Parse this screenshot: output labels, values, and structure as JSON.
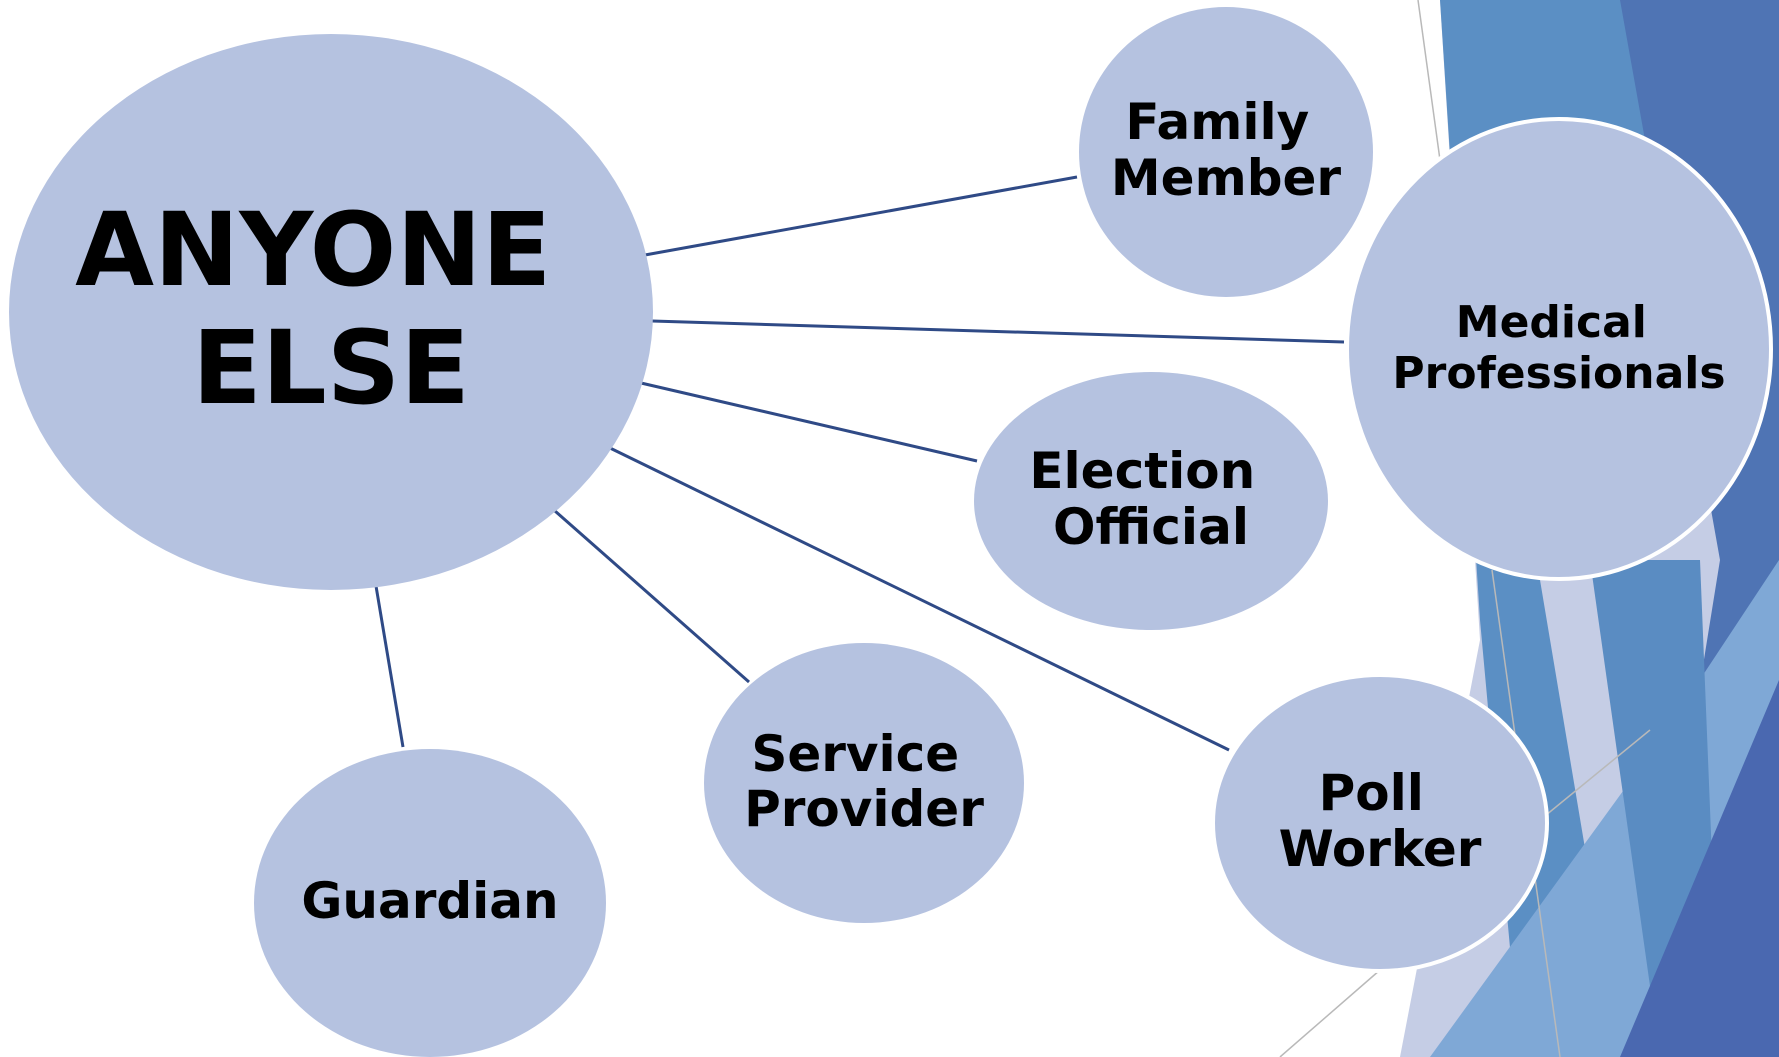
{
  "colors": {
    "background": "#ffffff",
    "node_fill": "#b5c2e0",
    "connector": "#2f4a86",
    "deco_blue_dark": "#4f74b4",
    "deco_blue_mid": "#5b8fc4",
    "deco_blue_light": "#7fa8d6",
    "deco_lavender": "#c5cde5"
  },
  "diagram": {
    "hub": {
      "id": "anyone-else",
      "lines": [
        "ANYONE",
        "ELSE"
      ]
    },
    "nodes": [
      {
        "id": "family-member",
        "lines": [
          "Family",
          "Member"
        ]
      },
      {
        "id": "medical-professionals",
        "lines": [
          "Medical",
          "Professionals"
        ]
      },
      {
        "id": "election-official",
        "lines": [
          "Election",
          "Official"
        ]
      },
      {
        "id": "poll-worker",
        "lines": [
          "Poll",
          "Worker"
        ]
      },
      {
        "id": "service-provider",
        "lines": [
          "Service",
          "Provider"
        ]
      },
      {
        "id": "guardian",
        "lines": [
          "Guardian"
        ]
      }
    ]
  }
}
